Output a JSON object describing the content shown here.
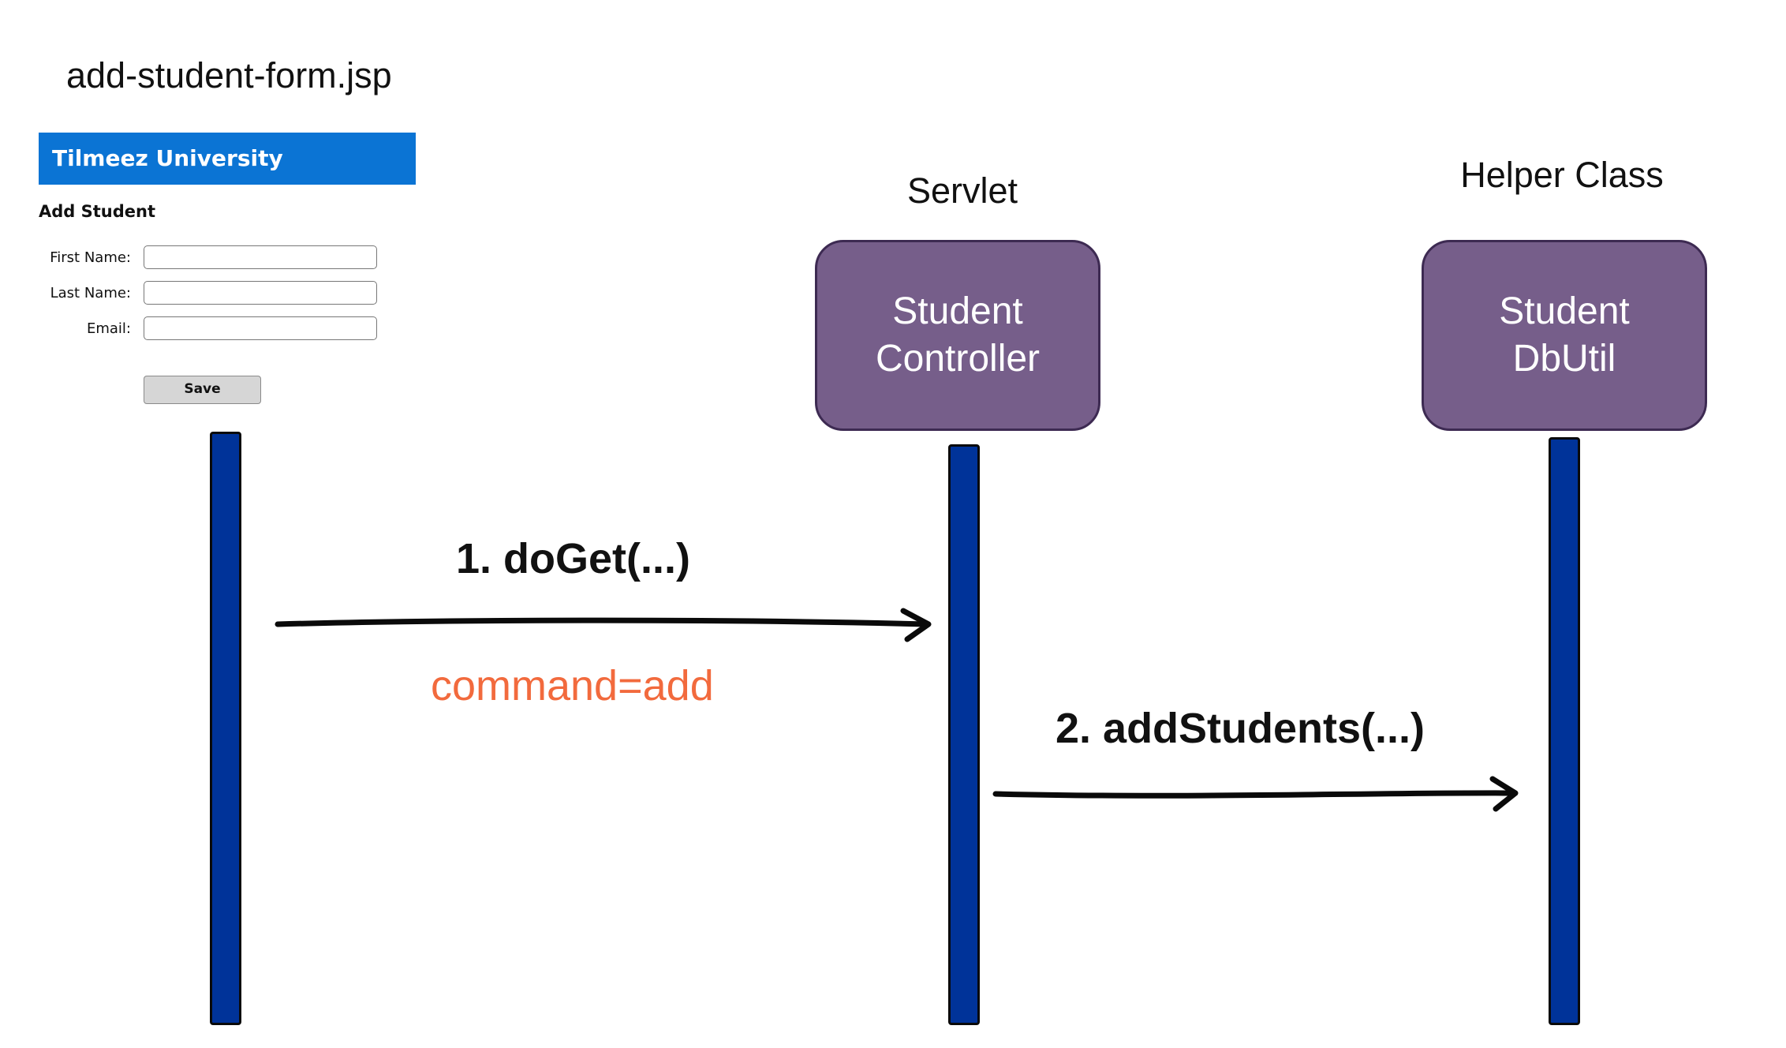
{
  "jsp_form": {
    "page_title": "add-student-form.jsp",
    "header_title": "Tilmeez University",
    "form_heading": "Add Student",
    "fields": [
      {
        "label": "First Name:",
        "value": ""
      },
      {
        "label": "Last Name:",
        "value": ""
      },
      {
        "label": "Email:",
        "value": ""
      }
    ],
    "save_label": "Save",
    "header_color": "#0b74d4"
  },
  "servlet": {
    "title": "Servlet",
    "box_lines": [
      "Student",
      "Controller"
    ]
  },
  "helper": {
    "title": "Helper Class",
    "box_lines": [
      "Student",
      "DbUtil"
    ]
  },
  "messages": [
    {
      "label": "1. doGet(...)",
      "parameter": "command=add"
    },
    {
      "label": "2. addStudents(...)"
    }
  ],
  "colors": {
    "lifeline": "#003399",
    "box_fill": "#765e8a",
    "box_border": "#3d2a52",
    "parameter_text": "#f26a3d"
  }
}
